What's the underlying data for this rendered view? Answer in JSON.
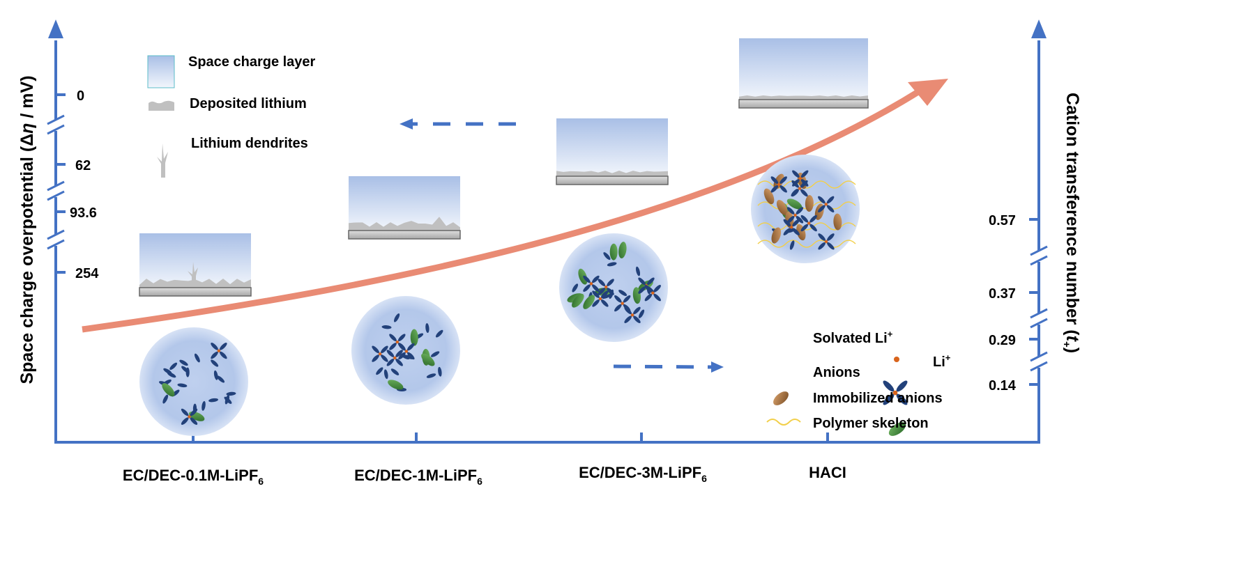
{
  "left_axis": {
    "label_prefix": "Space charge overpotential (Δ",
    "label_symbol": "η",
    "label_suffix": " / mV)",
    "ticks": [
      "0",
      "62",
      "93.6",
      "254"
    ]
  },
  "right_axis": {
    "label_prefix": "Cation transference number (",
    "label_symbol": "t",
    "label_sub": "+",
    "label_suffix": ")",
    "ticks": [
      "0.57",
      "0.37",
      "0.29",
      "0.14"
    ]
  },
  "categories": [
    {
      "base": "EC/DEC-0.1M-LiPF",
      "sub": "6"
    },
    {
      "base": "EC/DEC-1M-LiPF",
      "sub": "6"
    },
    {
      "base": "EC/DEC-3M-LiPF",
      "sub": "6"
    },
    {
      "base": "HACI",
      "sub": ""
    }
  ],
  "legend_top": [
    "Space charge layer",
    "Deposited lithium",
    "Lithium dendrites"
  ],
  "legend_bottom": {
    "li": "Li",
    "li_sup": "+",
    "solvated": "Solvated Li",
    "solvated_sup": "+",
    "anions": "Anions",
    "immobilized": "Immobilized anions",
    "polymer": "Polymer skeleton"
  },
  "colors": {
    "axis": "#4472c4",
    "trend": "#e98b74",
    "solvent": "#22417a",
    "anion": "#3f8a3c",
    "immobilized": "#a5703a",
    "li": "#d8641c",
    "polymer": "#f2cf4a",
    "lithium": "#c0c0c0"
  }
}
